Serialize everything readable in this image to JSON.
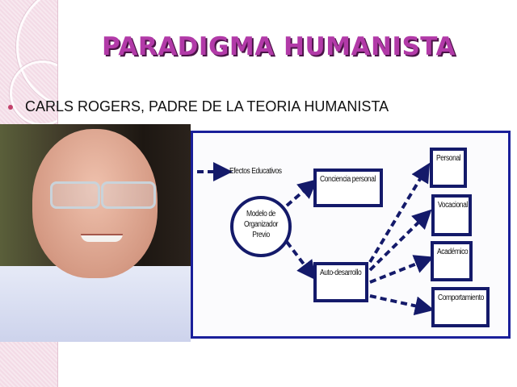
{
  "slide": {
    "title": "PARADIGMA  HUMANISTA",
    "bullet": "CARLS ROGERS, PADRE DE LA TEORIA  HUMANISTA",
    "colors": {
      "title": "#b23aa8",
      "title_shadow": "#4a1446",
      "bullet_dot": "#c2416b",
      "diagram_border": "#1a1f9a",
      "diagram_ink": "#141a6a",
      "side_decoration": "#f3dbe6"
    }
  },
  "photo": {
    "subject": "portrait of Carl Rogers"
  },
  "diagram": {
    "legend": "Efectos Educativos",
    "center_node": {
      "line1": "Modelo de",
      "line2": "Organizador",
      "line3": "Previo"
    },
    "middle_nodes": [
      "Conciencia personal",
      "Auto-desarrollo"
    ],
    "right_nodes": [
      "Personal",
      "Vocacional",
      "Académico",
      "Comportamiento"
    ]
  }
}
